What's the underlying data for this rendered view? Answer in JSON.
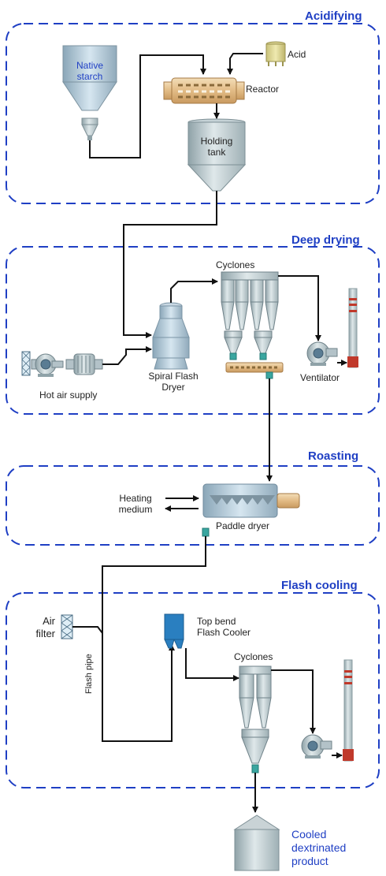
{
  "sections": {
    "acidifying": "Acidifying",
    "deep_drying": "Deep  drying",
    "roasting": "Roasting",
    "flash_cooling": "Flash cooling"
  },
  "labels": {
    "native_starch": [
      "Native",
      "starch"
    ],
    "acid": "Acid",
    "reactor": "Reactor",
    "holding_tank": [
      "Holding",
      "tank"
    ],
    "cyclones_1": "Cyclones",
    "spiral_flash_dryer": [
      "Spiral Flash",
      "Dryer"
    ],
    "hot_air_supply": "Hot air supply",
    "ventilator": "Ventilator",
    "heating_medium": [
      "Heating",
      "medium"
    ],
    "paddle_dryer": "Paddle dryer",
    "air_filter": [
      "Air",
      "filter"
    ],
    "top_bend_flash_cooler": [
      "Top bend",
      "Flash Cooler"
    ],
    "cyclones_2": "Cyclones",
    "flash_pipe": "Flash pipe",
    "cooled_product": [
      "Cooled",
      "dextrinated",
      "product"
    ]
  },
  "colors": {
    "section_title": "#1f3fc4",
    "dashed_border": "#1f3fc4",
    "pipe": "#111111",
    "vessel_steel": "#b7c7cc",
    "flash_cooler_blue": "#2a7fc0",
    "reactor_tan": "#e9c99a",
    "chimney_red": "#c0392b",
    "rotary_valve_teal": "#3aa6a0"
  }
}
